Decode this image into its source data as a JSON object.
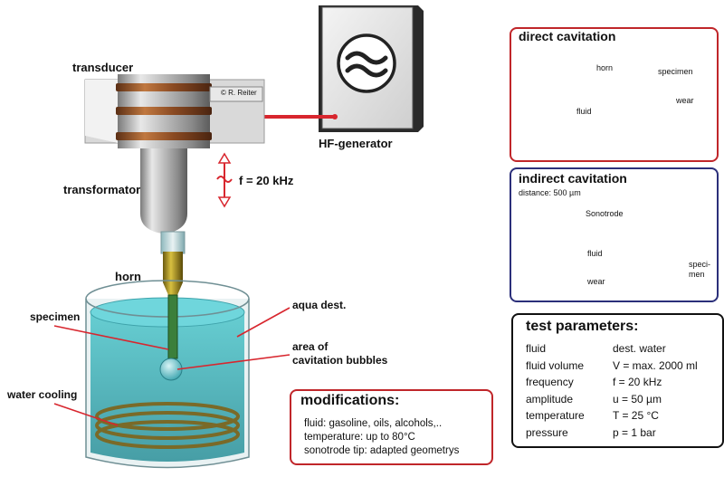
{
  "colors": {
    "red_border": "#c0262a",
    "blue_border": "#2b2f7a",
    "black_border": "#111111",
    "fluid": "#7fd3dd",
    "wear": "#d8262e"
  },
  "apparatus": {
    "transducer": "transducer",
    "hf_generator": "HF-generator",
    "transformator": "transformator",
    "frequency": "f = 20 kHz",
    "horn": "horn",
    "specimen": "specimen",
    "aqua_dest": "aqua dest.",
    "cavitation_line1": "area of",
    "cavitation_line2": "cavitation bubbles",
    "water_cooling": "water cooling",
    "plate": "© R. Reiter"
  },
  "direct_cavitation": {
    "title": "direct cavitation",
    "horn": "horn",
    "specimen": "specimen",
    "wear": "wear",
    "fluid": "fluid"
  },
  "indirect_cavitation": {
    "title": "indirect cavitation",
    "distance": "distance: 500 µm",
    "sonotrode": "Sonotrode",
    "fluid": "fluid",
    "wear": "wear",
    "specimen_line1": "speci-",
    "specimen_line2": "men"
  },
  "test_parameters": {
    "title": "test parameters:",
    "rows": [
      {
        "name": "fluid",
        "value": "dest. water"
      },
      {
        "name": "fluid volume",
        "value": "V = max. 2000 ml"
      },
      {
        "name": "frequency",
        "value": "f  =  20 kHz"
      },
      {
        "name": "amplitude",
        "value": "u = 50 µm"
      },
      {
        "name": "temperature",
        "value": "T = 25 °C"
      },
      {
        "name": "pressure",
        "value": "p = 1 bar"
      }
    ]
  },
  "modifications": {
    "title": "modifications:",
    "rows": [
      "fluid: gasoline, oils, alcohols,..",
      "temperature: up to 80°C",
      "sonotrode tip: adapted geometrys"
    ]
  }
}
